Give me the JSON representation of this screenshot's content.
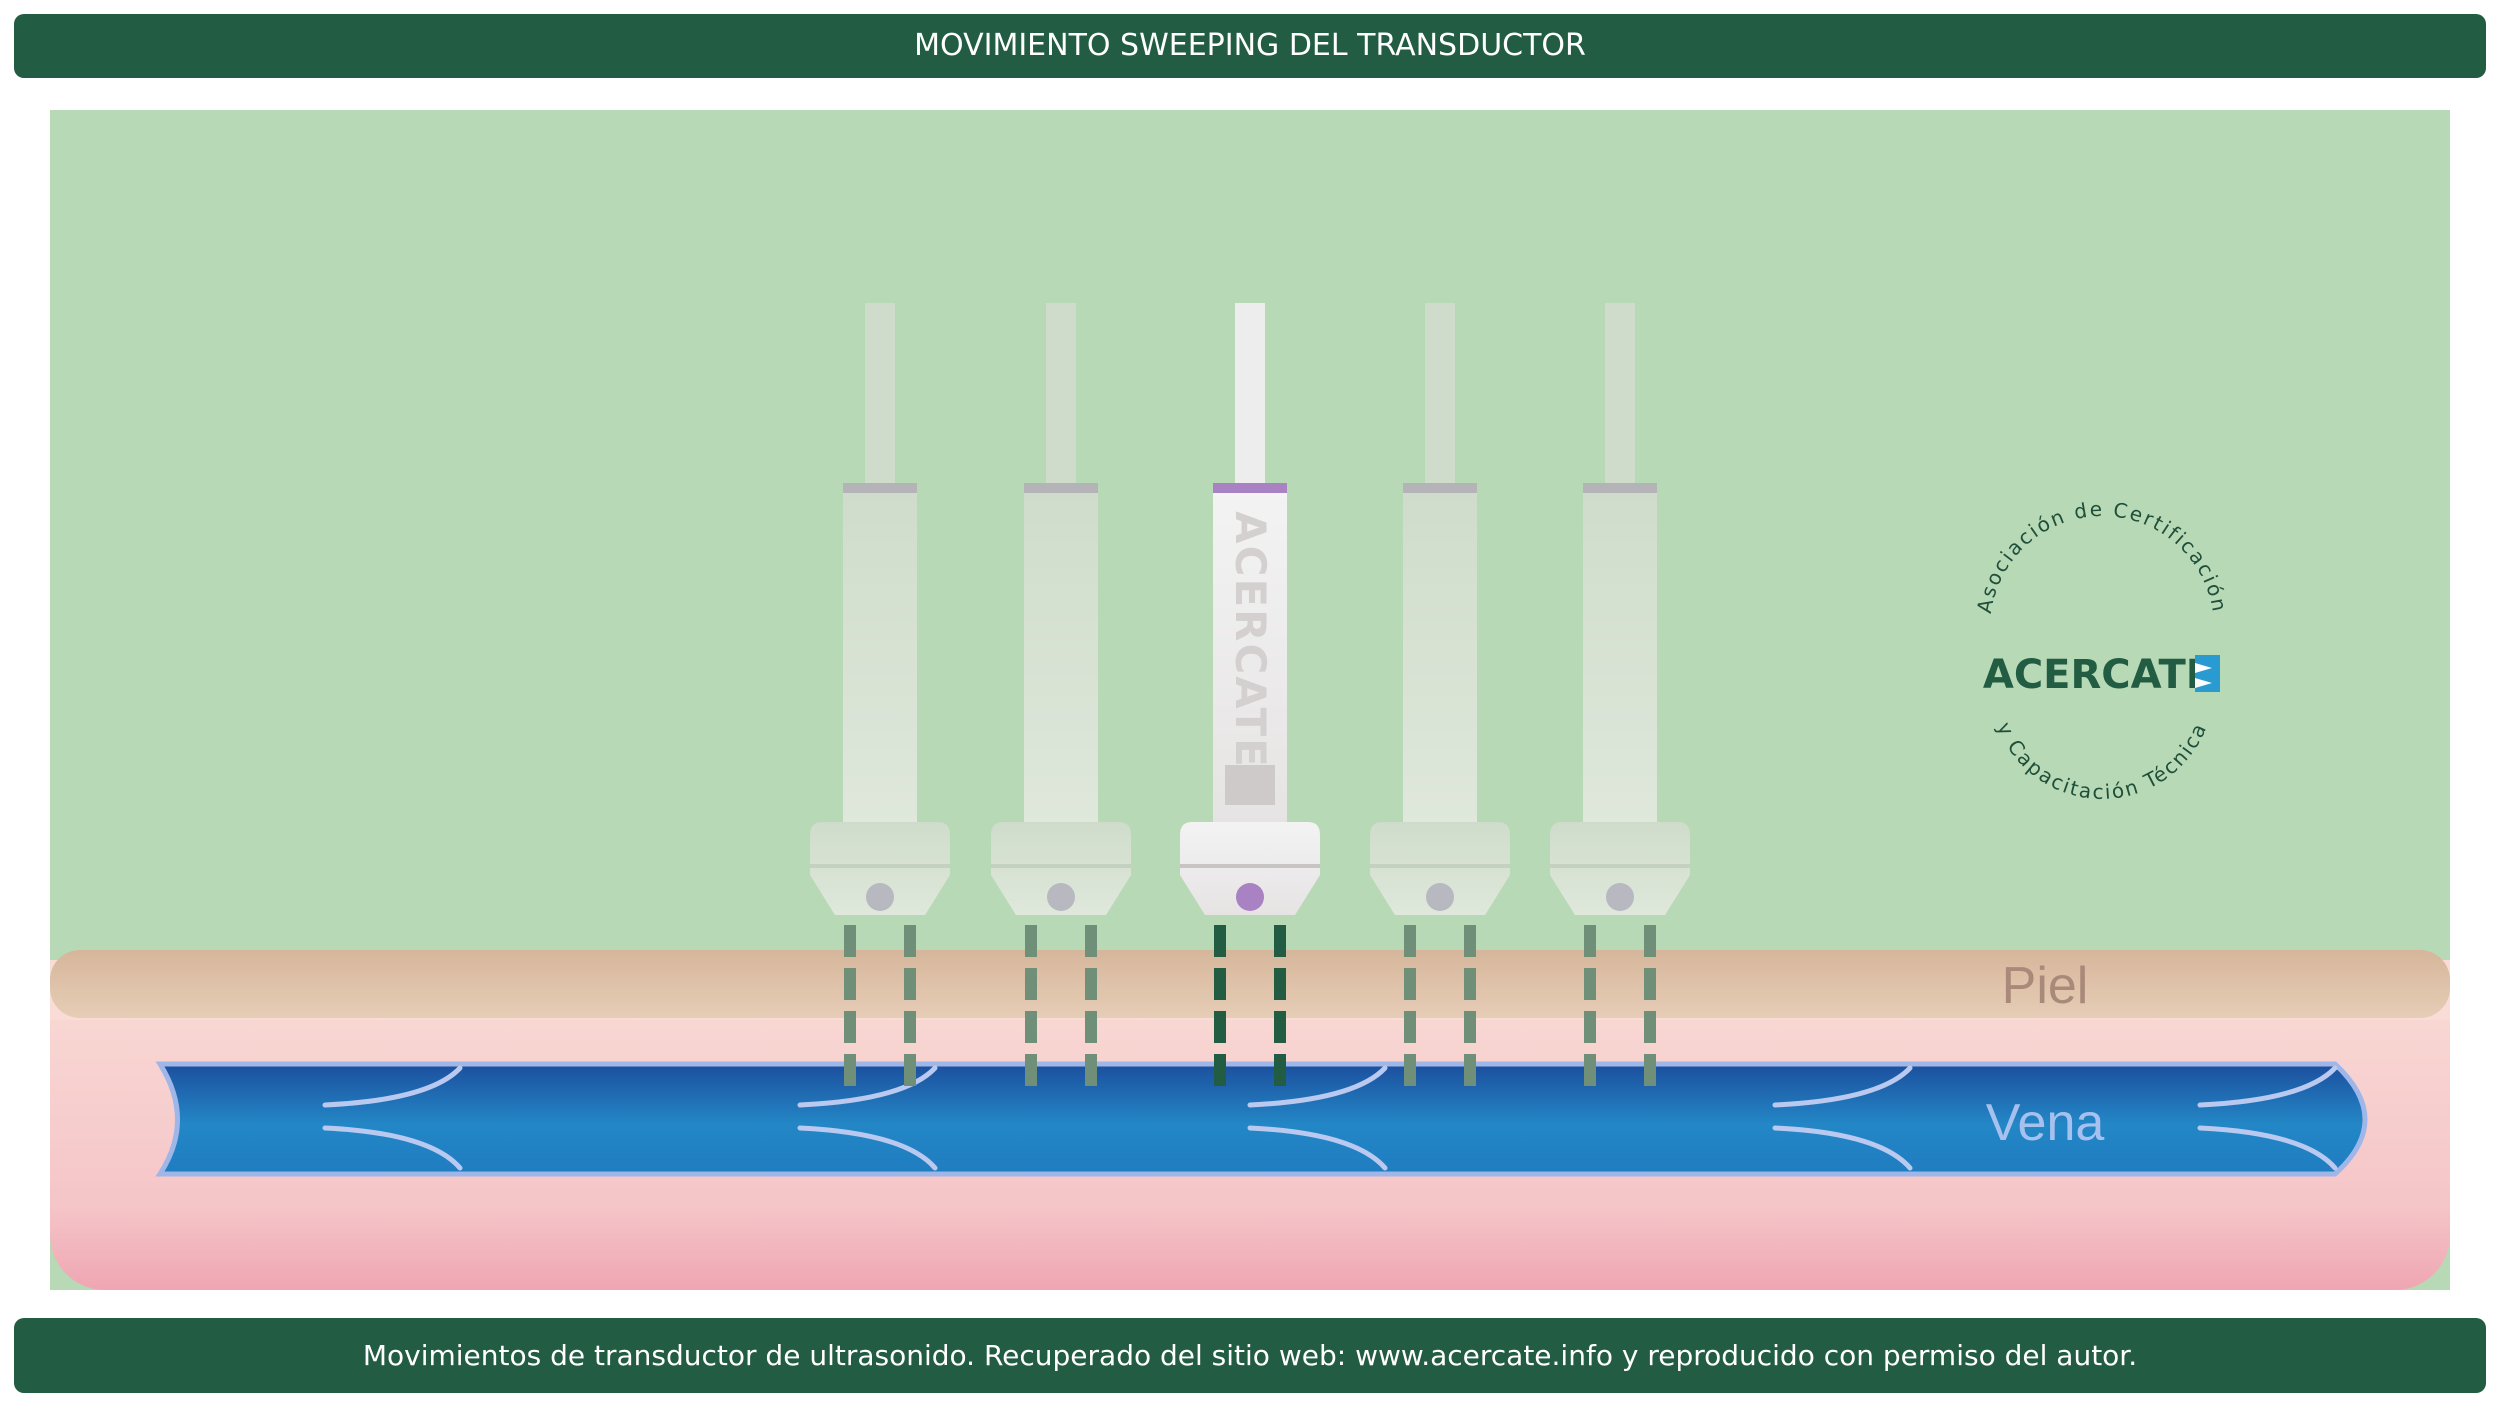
{
  "header": {
    "title": "MOVIMIENTO SWEEPING DEL TRANSDUCTOR"
  },
  "labels": {
    "skin": "Piel",
    "vein": "Vena"
  },
  "transducer_text": "ACERCATE",
  "logo": {
    "name": "ACERCATE",
    "top_arc": "Asociación de Certificación",
    "bottom_arc": "y Capacitación Técnica"
  },
  "footer": {
    "caption": "Movimientos de transductor de ultrasonido. Recuperado del sitio web: www.acercate.info y reproducido con permiso del autor."
  },
  "colors": {
    "brand_green": "#215c43",
    "background_green": "#b8d9b5",
    "skin": "#dfc4ab",
    "tissue": "#f6cfcf",
    "vein": "#1f66b0",
    "vein_wall": "#9fb6e8",
    "marker_purple": "#a882c2"
  }
}
